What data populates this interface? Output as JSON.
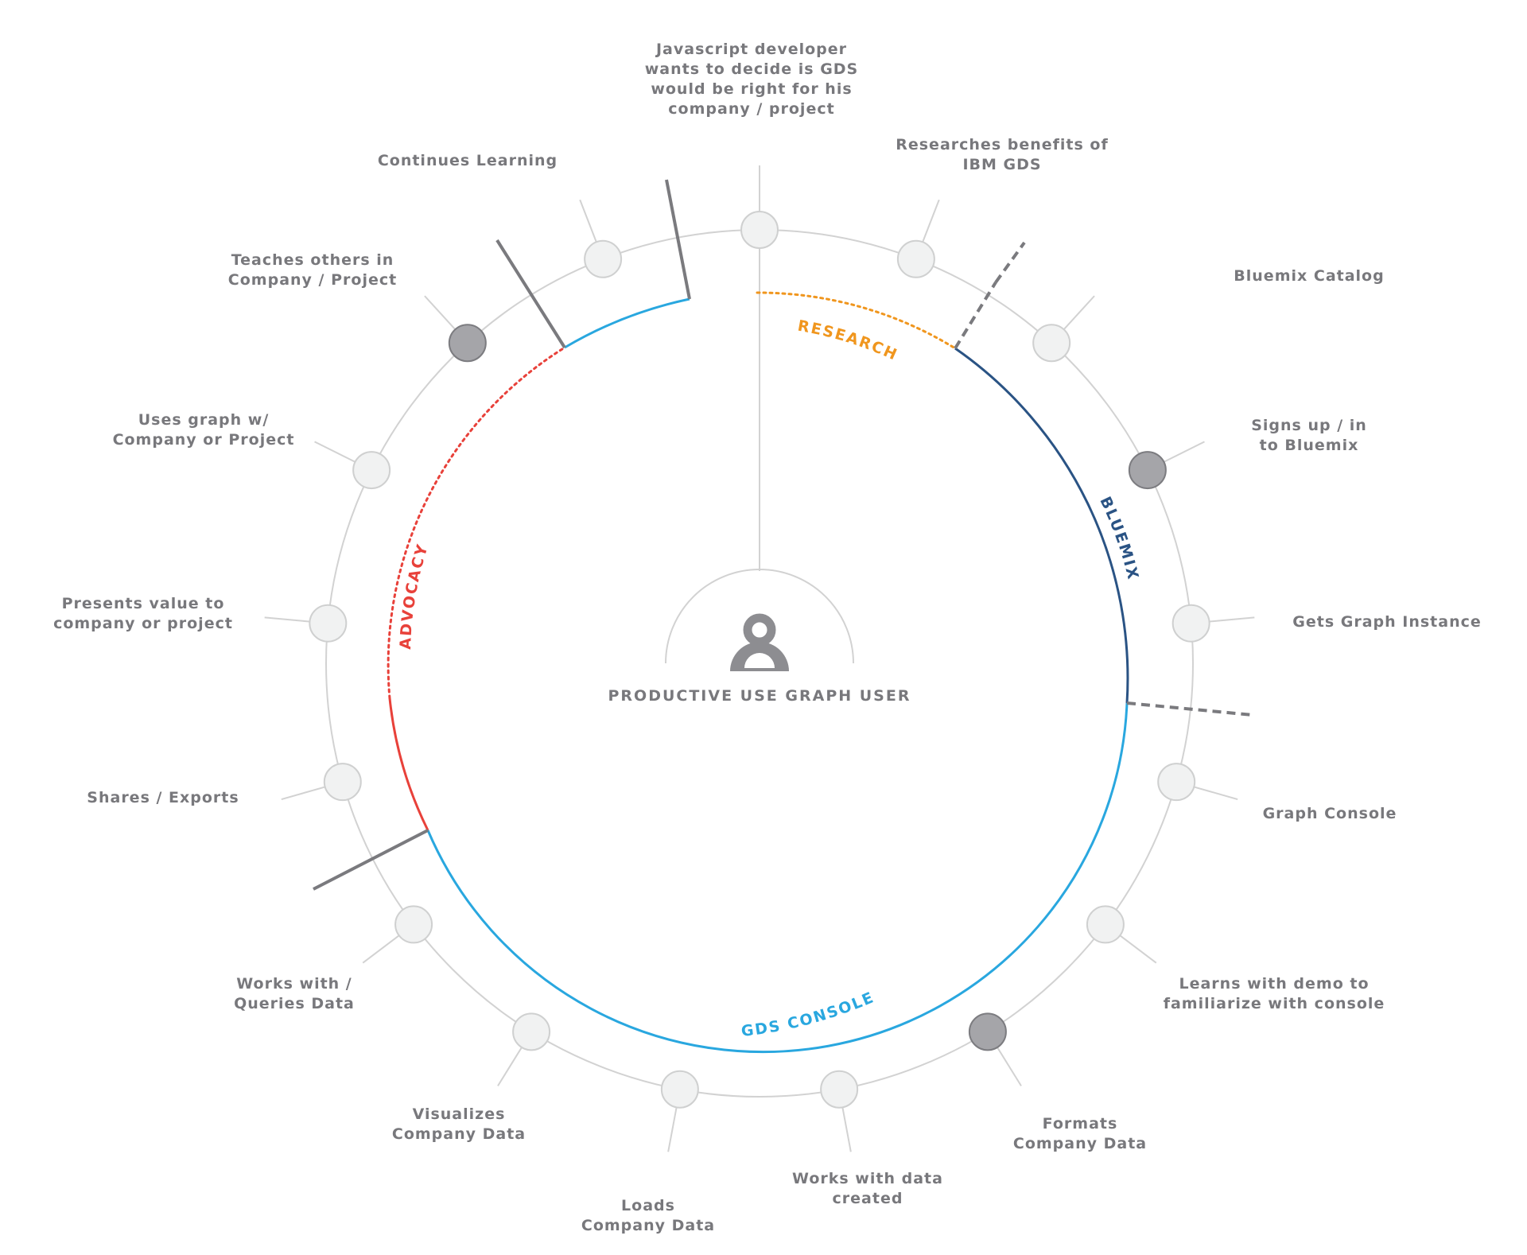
{
  "center": {
    "label": "PRODUCTIVE USE GRAPH USER",
    "icon": "user-icon"
  },
  "steps": [
    {
      "id": "javascript-developer",
      "label": "Javascript developer\nwants to decide is GDS\nwould be right for his\ncompany / project",
      "highlighted": false
    },
    {
      "id": "researches-benefits",
      "label": "Researches benefits of\nIBM GDS",
      "highlighted": false
    },
    {
      "id": "bluemix-catalog",
      "label": "Bluemix Catalog",
      "highlighted": false
    },
    {
      "id": "signs-up",
      "label": "Signs up / in\nto Bluemix",
      "highlighted": true
    },
    {
      "id": "gets-graph-instance",
      "label": "Gets Graph Instance",
      "highlighted": false
    },
    {
      "id": "graph-console",
      "label": "Graph Console",
      "highlighted": false
    },
    {
      "id": "learns-with-demo",
      "label": "Learns with demo to\nfamiliarize with console",
      "highlighted": false
    },
    {
      "id": "formats-company-data",
      "label": "Formats\nCompany Data",
      "highlighted": true
    },
    {
      "id": "works-with-data-created",
      "label": "Works with data\ncreated",
      "highlighted": false
    },
    {
      "id": "loads-company-data",
      "label": "Loads\nCompany Data",
      "highlighted": false
    },
    {
      "id": "visualizes-company-data",
      "label": "Visualizes\nCompany Data",
      "highlighted": false
    },
    {
      "id": "works-with-queries-data",
      "label": "Works with /\nQueries Data",
      "highlighted": false
    },
    {
      "id": "shares-exports",
      "label": "Shares / Exports",
      "highlighted": false
    },
    {
      "id": "presents-value",
      "label": "Presents value to\ncompany or project",
      "highlighted": false
    },
    {
      "id": "uses-graph",
      "label": "Uses graph w/\nCompany or Project",
      "highlighted": false
    },
    {
      "id": "teaches-others",
      "label": "Teaches others in\nCompany / Project",
      "highlighted": true
    },
    {
      "id": "continues-learning",
      "label": "Continues Learning",
      "highlighted": false
    }
  ],
  "phases": [
    {
      "id": "research",
      "label": "RESEARCH",
      "color": "#f0961e"
    },
    {
      "id": "bluemix",
      "label": "BLUEMIX",
      "color": "#2a5384"
    },
    {
      "id": "gds-console",
      "label": "GDS CONSOLE",
      "color": "#29a7df"
    },
    {
      "id": "advocacy",
      "label": "ADVOCACY",
      "color": "#e8413a"
    }
  ],
  "colors": {
    "track": "#d2d2d2",
    "node_fill": "#f1f2f2",
    "node_stroke": "#cfd0d0",
    "node_highlight_fill": "#a5a5a9",
    "node_highlight_stroke": "#7c7c80",
    "divider": "#7a7a7e",
    "text": "#78787c"
  }
}
